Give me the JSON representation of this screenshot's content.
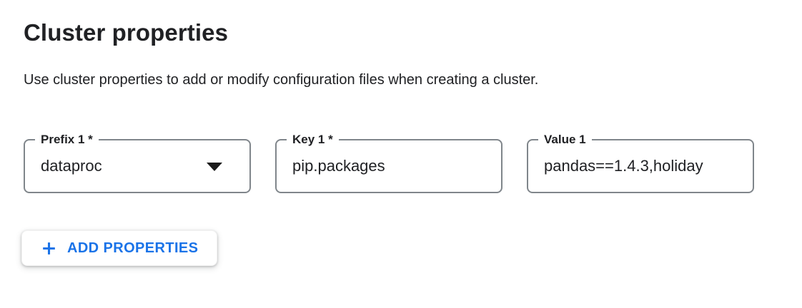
{
  "page": {
    "title": "Cluster properties",
    "description": "Use cluster properties to add or modify configuration files when creating a cluster."
  },
  "properties_row": {
    "prefix_field": {
      "label": "Prefix 1 *",
      "value": "dataproc",
      "icon": "dropdown-arrow-icon"
    },
    "key_field": {
      "label": "Key 1 *",
      "value": "pip.packages"
    },
    "value_field": {
      "label": "Value 1",
      "value": "pandas==1.4.3,holiday"
    }
  },
  "actions": {
    "add_properties_button": {
      "label": "ADD PROPERTIES",
      "icon": "plus-icon"
    }
  },
  "colors": {
    "accent_blue": "#1a73e8",
    "text_primary": "#202124",
    "field_border": "#80868b"
  }
}
